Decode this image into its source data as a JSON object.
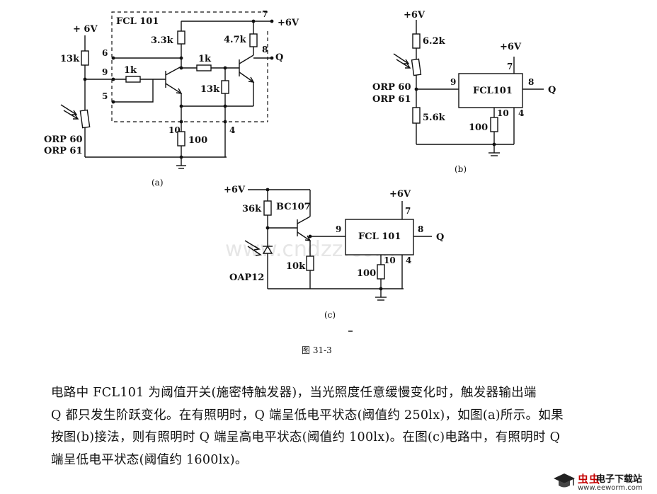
{
  "watermark": "www.cndzz.com",
  "figure": {
    "caption": "图 31-3",
    "panel_a": {
      "tag": "(a)",
      "chip": "FCL 101",
      "supply": "+ 6V",
      "r_top": "13k",
      "r_base": "1k",
      "r_c1": "3.3k",
      "r_c2": "4.7k",
      "r_couple": "1k",
      "r_e": "13k",
      "r_gnd": "100",
      "sensor_line1": "ORP 60",
      "sensor_line2": "ORP 61",
      "pin6": "6",
      "pin9": "9",
      "pin5": "5",
      "pin7": "7",
      "pin8": "8",
      "pin10": "10",
      "pin4": "4",
      "pin7_supply": "+6V",
      "out": "Q"
    },
    "panel_b": {
      "tag": "(b)",
      "chip": "FCL101",
      "supply_top": "+6V",
      "supply_chip": "+6V",
      "r_top": "6.2k",
      "r_bottom": "5.6k",
      "r_gnd": "100",
      "sensor_line1": "ORP 60",
      "sensor_line2": "ORP 61",
      "pin9": "9",
      "pin7": "7",
      "pin8": "8",
      "pin10": "10",
      "pin4": "4",
      "out": "Q"
    },
    "panel_c": {
      "tag": "(c)",
      "chip": "FCL 101",
      "supply_left": "+6V",
      "supply_chip": "+6V",
      "transistor": "BC107",
      "r_top": "36k",
      "r_e": "10k",
      "r_gnd": "100",
      "sensor": "OAP12",
      "pin9": "9",
      "pin7": "7",
      "pin8": "8",
      "pin10": "10",
      "pin4": "4",
      "out": "Q"
    }
  },
  "description": {
    "line1": "电路中 FCL101 为阈值开关(施密特触发器)，当光照度任意缓慢变化时，触发器输出端",
    "line2": "Q 都只发生阶跃变化。在有照明时，Q 端呈低电平状态(阈值约 250lx)，如图(a)所示。如果",
    "line3": "按图(b)接法，则有照明时 Q 端呈高电平状态(阈值约 100lx)。在图(c)电路中，有照明时 Q",
    "line4": "端呈低电平状态(阈值约 1600lx)。"
  },
  "logo": {
    "name": "虫虫",
    "site": "电子下载站",
    "url": "www.eeworm.com",
    "colors": {
      "name": "#c40000",
      "text": "#111111"
    }
  },
  "icons": [
    "photo-resistor-icon",
    "phototransistor-icon",
    "transistor-icon",
    "ground-icon",
    "graduation-cap-icon"
  ]
}
